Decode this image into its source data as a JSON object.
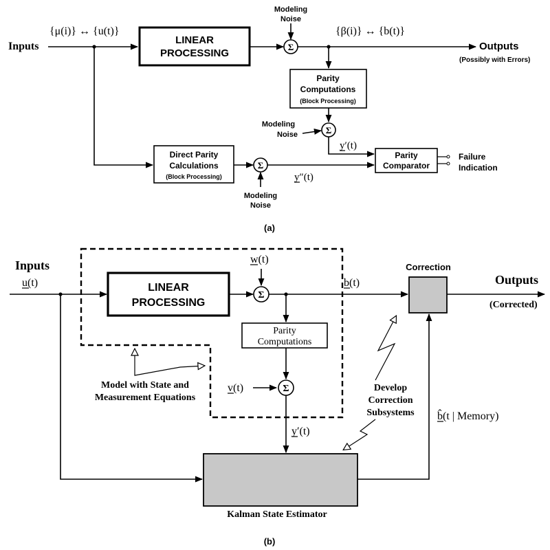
{
  "diagram_a": {
    "inputs": "Inputs",
    "input_seq_label": "{μ(i)} ↔ {u(t)}",
    "linear_processing": "LINEAR PROCESSING",
    "modeling_noise_top": "Modeling Noise",
    "sum_symbol": "Σ",
    "output_seq_label": "{β(i)} ↔ {b(t)}",
    "outputs": "Outputs",
    "outputs_note": "(Possibly with Errors)",
    "parity_computations": [
      "Parity",
      "Computations"
    ],
    "block_processing": "(Block Processing)",
    "modeling_noise_mid": "Modeling Noise",
    "y_prime": "y′(t)",
    "parity_comparator": [
      "Parity",
      "Comparator"
    ],
    "failure_indication": [
      "Failure",
      "Indication"
    ],
    "direct_parity": [
      "Direct Parity",
      "Calculations"
    ],
    "y_double_prime": "y″(t)",
    "modeling_noise_bottom": "Modeling Noise",
    "caption": "(a)"
  },
  "diagram_b": {
    "inputs": "Inputs",
    "u_t": "u(t)",
    "linear_processing": "LINEAR PROCESSING",
    "w_t": "w(t)",
    "sum_symbol": "Σ",
    "b_t": "b(t)",
    "correction": "Correction",
    "outputs": "Outputs",
    "outputs_note": "(Corrected)",
    "parity_computations": [
      "Parity",
      "Computations"
    ],
    "v_t": "v(t)",
    "model_note": [
      "Model with State and",
      "Measurement Equations"
    ],
    "develop_note": [
      "Develop",
      "Correction",
      "Subsystems"
    ],
    "b_hat": "b̂(t | Memory)",
    "y_prime": "y′(t)",
    "kalman": "Kalman State Estimator",
    "caption": "(b)"
  }
}
